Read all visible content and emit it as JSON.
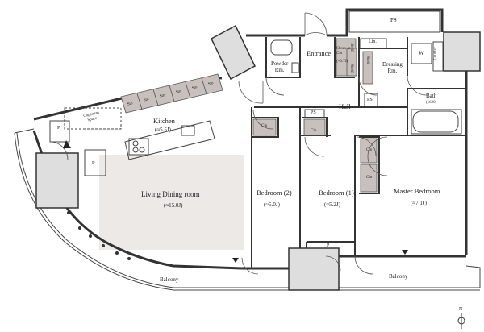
{
  "labels": {
    "ps_top": "PS",
    "entrance": "Entrance",
    "powder_room": "Powder\nRm.",
    "shoes_in_clo": "Shoes-in\nClo",
    "shoes_in_clo_area": "(≈0.7J)",
    "shelf_a": "Shelf",
    "shelf_b": "Shelf",
    "shelf_c": "Shelf",
    "lin": "Lin.",
    "w": "W",
    "counter": "Counter",
    "dressing_room": "Dressing\nRm.",
    "ps_dressing": "PS",
    "bath": "Bath",
    "bath_size": "(1620)",
    "hall": "Hall",
    "ps_hall": "PS",
    "clo_bed2": "Clo",
    "clo_bed1": "Clo",
    "clo_master_a": "Clo",
    "clo_master_b": "Clo",
    "sto": [
      "Sto",
      "Sto",
      "Sto",
      "Sto",
      "Sto",
      "Sto"
    ],
    "cupboard_space": "Cupboard\nSpace",
    "kitchen": "Kitchen",
    "kitchen_area": "(≈5.5J)",
    "p_left": "P",
    "r": "R",
    "living_dining": "Living Dining room",
    "living_dining_area": "(≈15.0J)",
    "bedroom2": "Bedroom (2)",
    "bedroom2_area": "(≈5.0J)",
    "bedroom1": "Bedroom (1)",
    "bedroom1_area": "(≈5.2J)",
    "master_bedroom": "Master Bedroom",
    "master_bedroom_area": "(≈7.1J)",
    "p_bottom": "P",
    "balcony_left": "Balcony",
    "balcony_right": "Balcony",
    "north": "N"
  },
  "colors": {
    "wall": "#333333",
    "thin_line": "#555555",
    "closet_fill": "#c8c0bc",
    "living_fill": "#ece9e6",
    "column_fill": "#dedede",
    "background": "#ffffff"
  }
}
